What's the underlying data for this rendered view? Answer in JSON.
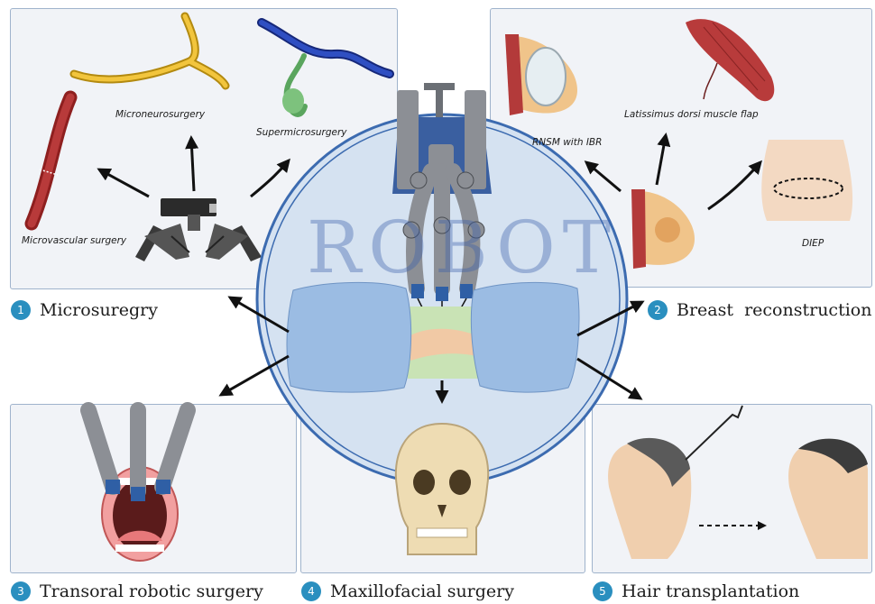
{
  "center": {
    "word": "ROBOT"
  },
  "panels": {
    "microsurgery": {
      "number": "1",
      "title": "Microsuregry",
      "captions": {
        "neuro": "Microneurosurgery",
        "super": "Supermicrosurgery",
        "vascular": "Microvascular surgery"
      }
    },
    "breast": {
      "number": "2",
      "title": "Breast  reconstruction",
      "captions": {
        "rnsm": "RNSM with IBR",
        "latissimus": "Latissimus dorsi muscle flap",
        "diep": "DIEP"
      }
    },
    "transoral": {
      "number": "3",
      "title": "Transoral robotic surgery"
    },
    "maxillofacial": {
      "number": "4",
      "title": "Maxillofacial surgery"
    },
    "hair": {
      "number": "5",
      "title": "Hair transplantation"
    }
  },
  "colors": {
    "panel_border": "#9fb3cc",
    "panel_fill": "#f1f3f7",
    "badge": "#2a8fbf",
    "circle": "#d5e2f1",
    "robot_arm": "#8c8f95",
    "robot_joint": "#2f5fa5",
    "drape": "#9bbce3"
  }
}
